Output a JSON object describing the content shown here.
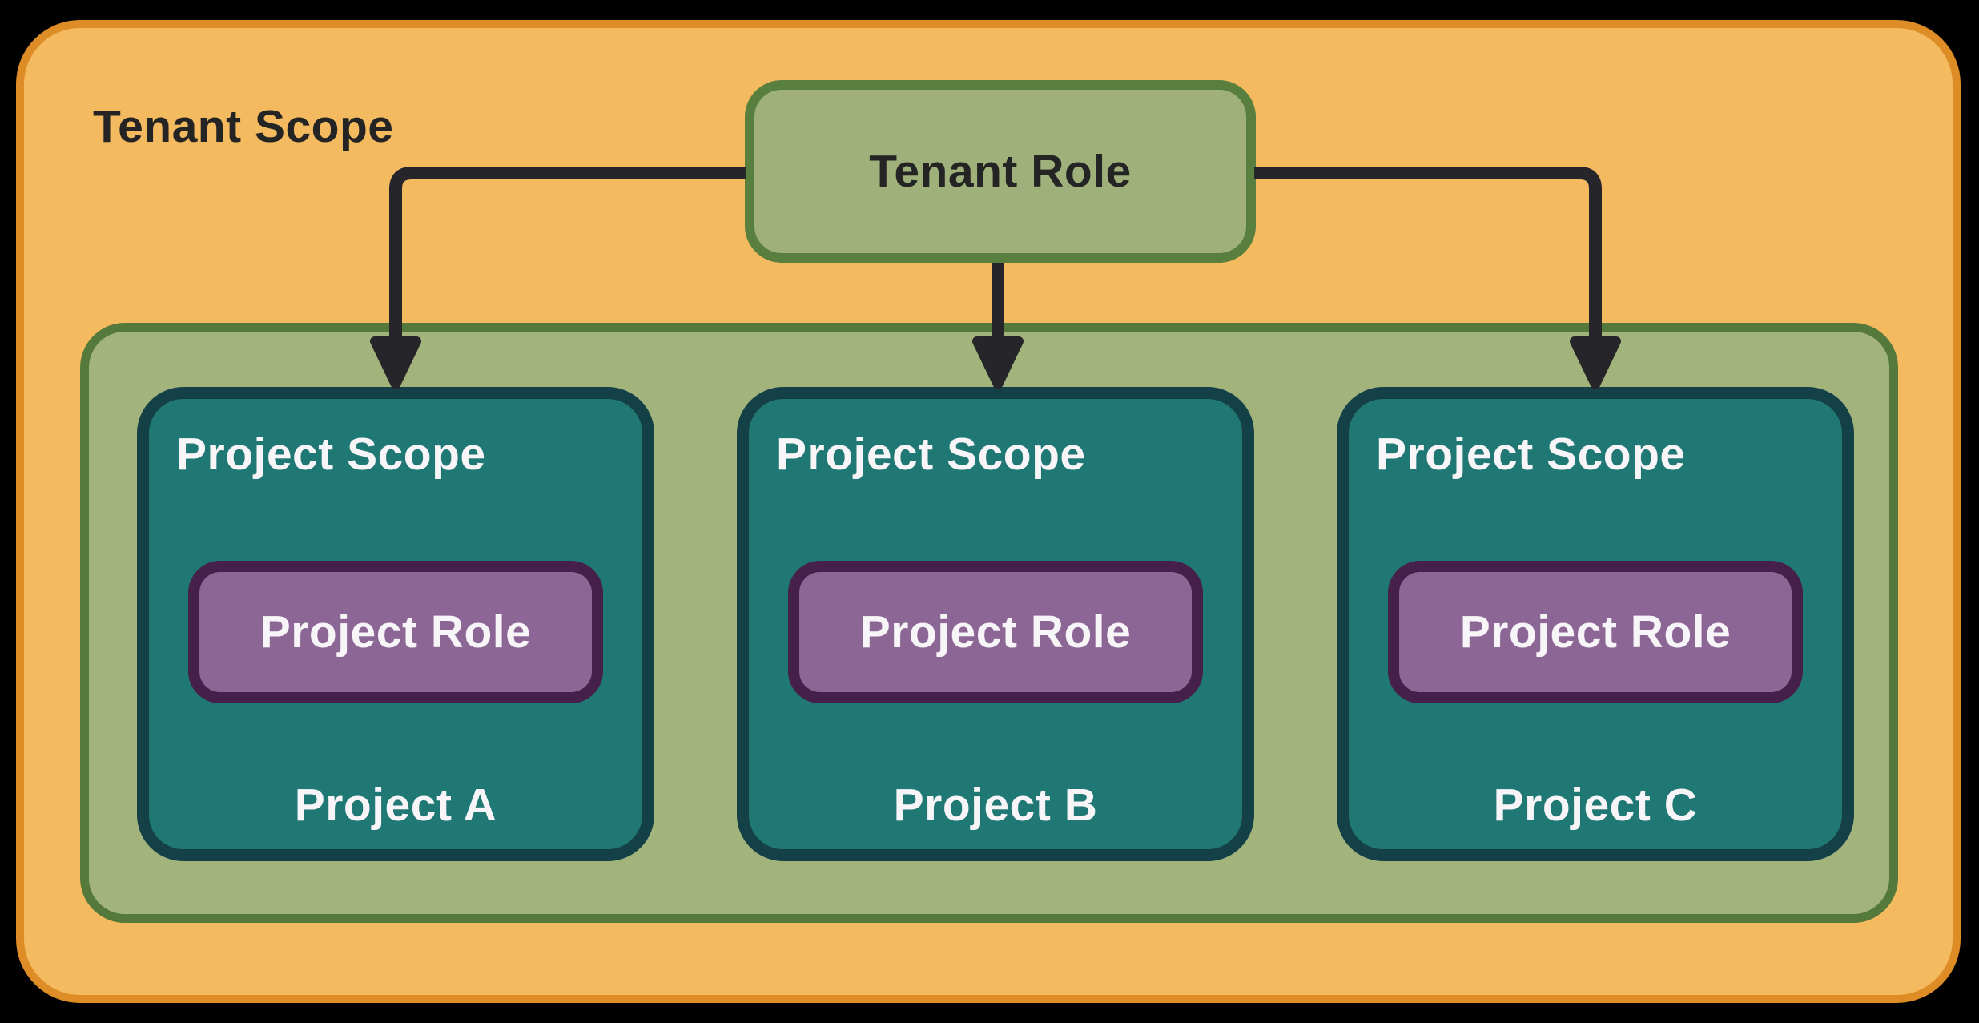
{
  "diagram": {
    "tenant_scope_label": "Tenant Scope",
    "tenant_role_label": "Tenant Role",
    "projects": [
      {
        "scope_label": "Project Scope",
        "role_label": "Project Role",
        "name": "Project A"
      },
      {
        "scope_label": "Project Scope",
        "role_label": "Project Role",
        "name": "Project B"
      },
      {
        "scope_label": "Project Scope",
        "role_label": "Project Role",
        "name": "Project C"
      }
    ]
  },
  "colors": {
    "background": "#000000",
    "tenant_fill": "#F3BA60",
    "tenant_border": "#DE8D26",
    "node_green_fill": "#9FB07A",
    "node_green_border": "#587F3E",
    "container_green_fill": "#A2B47C",
    "container_green_border": "#55793B",
    "teal_fill": "#207874",
    "teal_border": "#144147",
    "purple_fill": "#8C6796",
    "purple_border": "#44204A",
    "arrow": "#26262A",
    "text_dark": "#242424",
    "text_light": "#F7F5F8"
  }
}
